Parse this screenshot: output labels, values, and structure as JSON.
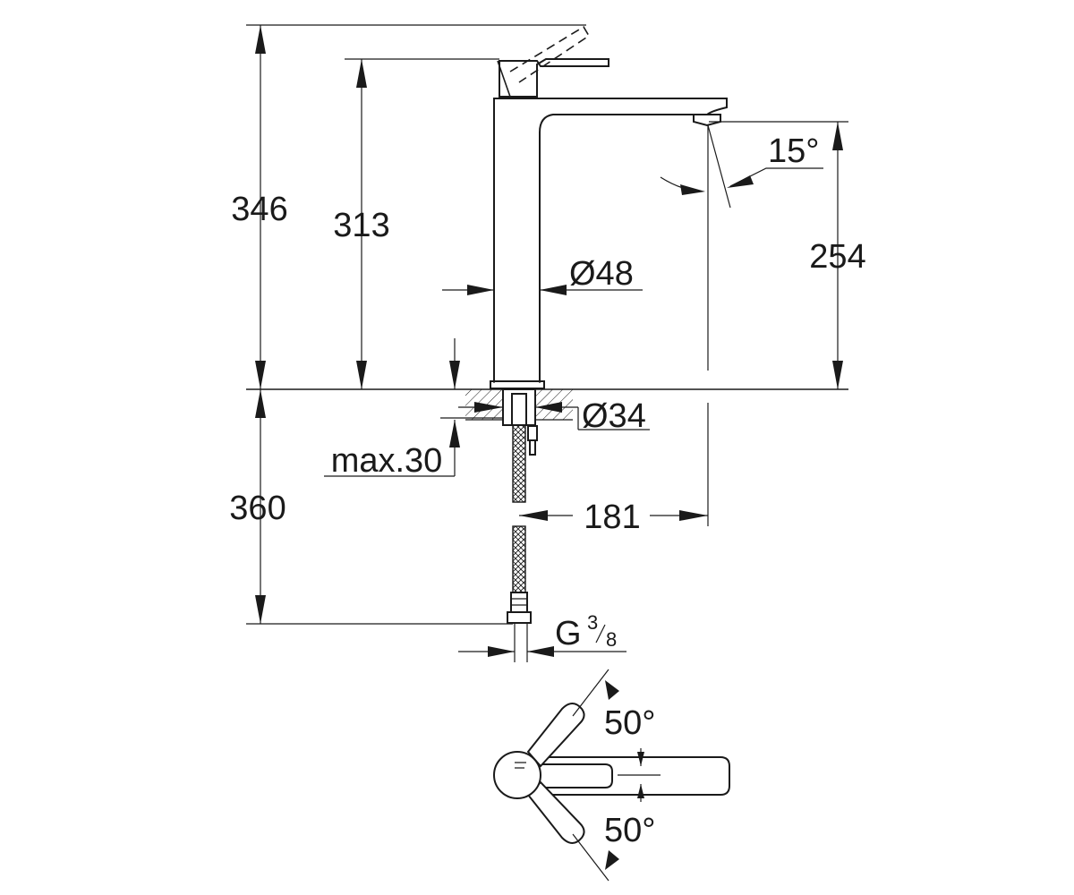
{
  "dimensions": {
    "total_height": "346",
    "spout_height": "313",
    "outlet_height": "254",
    "below_deck": "360",
    "projection": "181",
    "body_diameter": "Ø48",
    "hole_diameter": "Ø34",
    "max_deck": "max.30",
    "spout_angle": "15°",
    "connection_g": "G",
    "connection_num": "3",
    "connection_den": "8",
    "lever_angle_top": "50°",
    "lever_angle_bottom": "50°"
  },
  "colors": {
    "line": "#1a1a1a",
    "background": "#ffffff"
  }
}
